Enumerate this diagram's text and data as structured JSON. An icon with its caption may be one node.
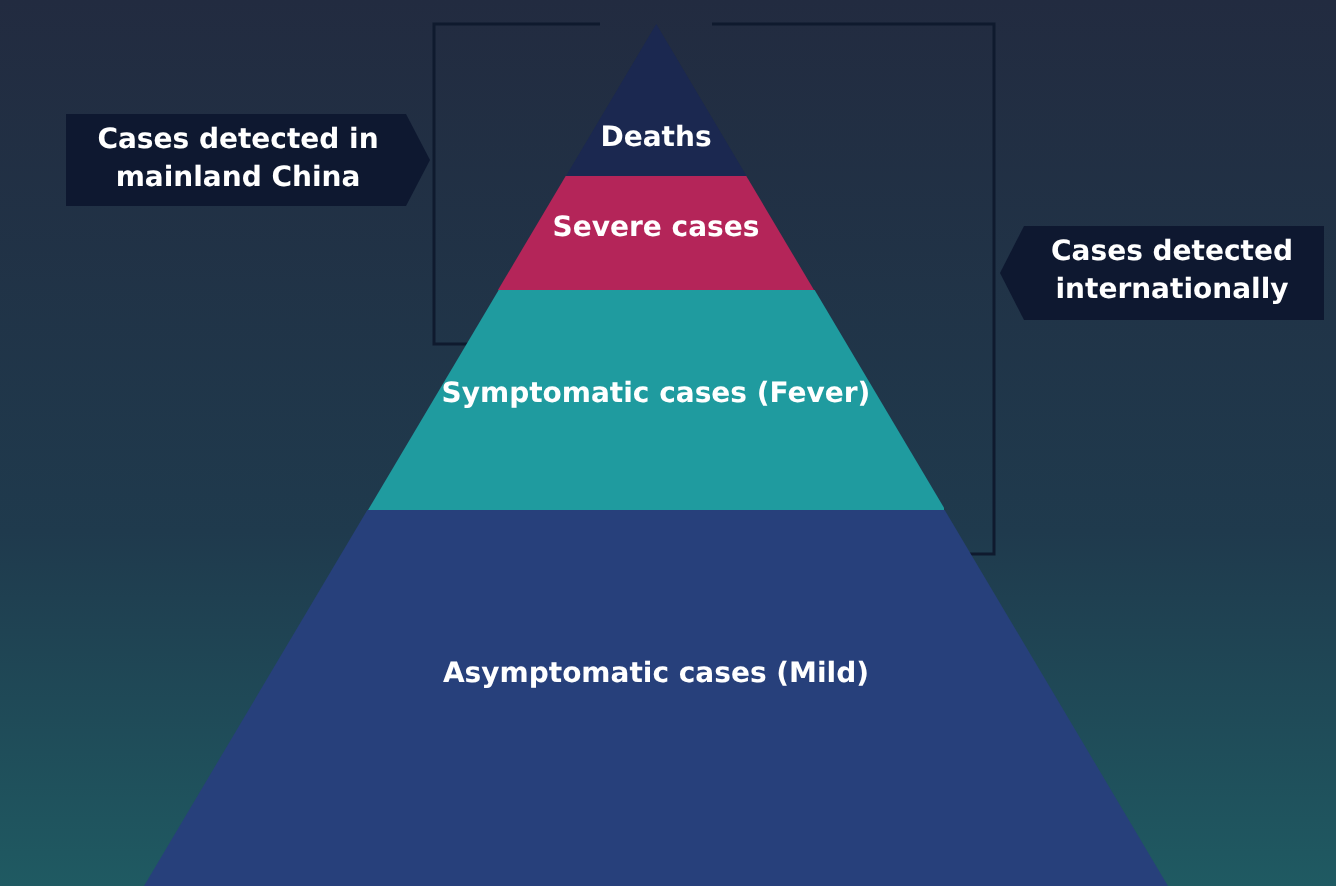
{
  "diagram": {
    "nodes": [
      {
        "text": [
          "Deaths"
        ]
      },
      {
        "text": [
          "Severe cases"
        ]
      },
      {
        "text": [
          "Symptomatic cases (Fever)"
        ]
      },
      {
        "text": [
          "Asymptomatic cases (Mild)"
        ]
      },
      {
        "text": [
          "Cases detected in mainland China"
        ]
      },
      {
        "text": [
          "Cases detected internationally"
        ]
      }
    ]
  }
}
